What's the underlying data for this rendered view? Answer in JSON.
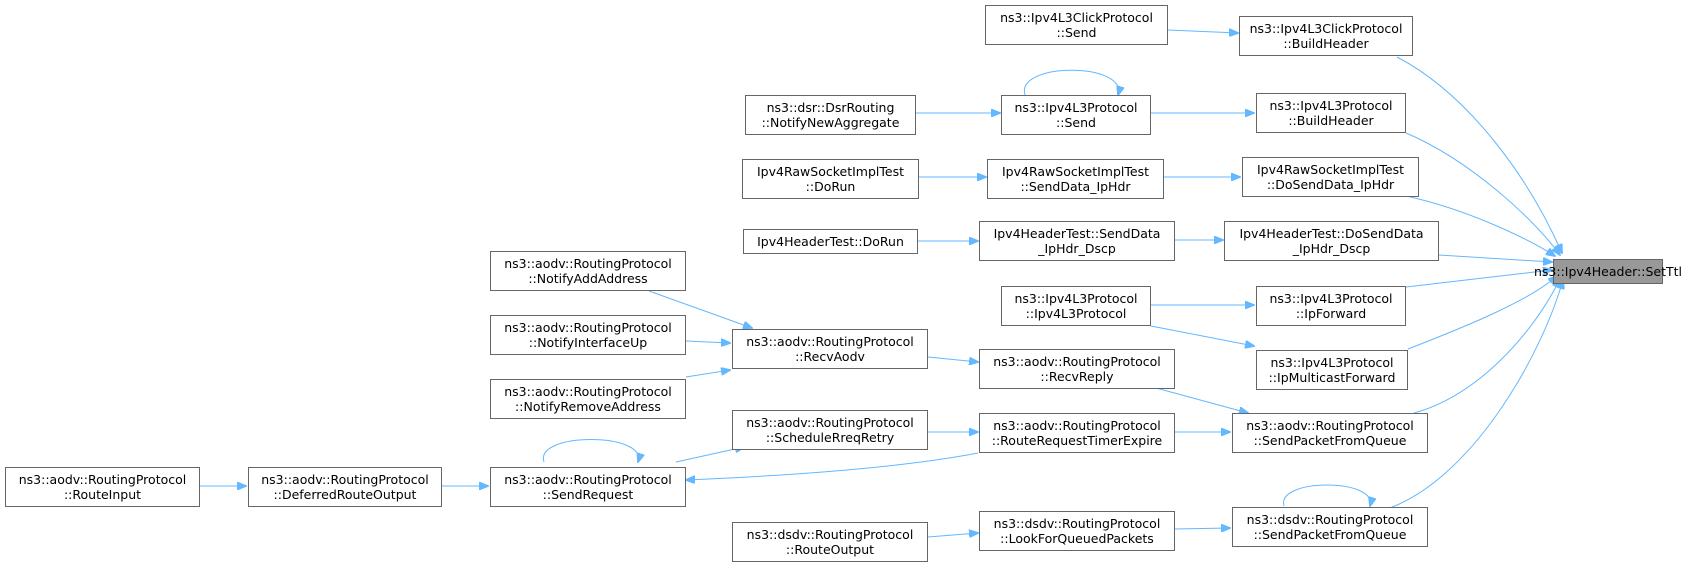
{
  "colors": {
    "edge": "#63b8ff",
    "node_border": "#666666",
    "focus_fill": "#999999",
    "background": "#ffffff"
  },
  "nodes": {
    "focus": {
      "line1": "ns3::Ipv4Header::SetTtl",
      "line2": ""
    },
    "click_build": {
      "line1": "ns3::Ipv4L3ClickProtocol",
      "line2": "::BuildHeader"
    },
    "click_send": {
      "line1": "ns3::Ipv4L3ClickProtocol",
      "line2": "::Send"
    },
    "l3_send": {
      "line1": "ns3::Ipv4L3Protocol",
      "line2": "::Send"
    },
    "dsr_notify": {
      "line1": "ns3::dsr::DsrRouting",
      "line2": "::NotifyNewAggregate"
    },
    "l3_build": {
      "line1": "ns3::Ipv4L3Protocol",
      "line2": "::BuildHeader"
    },
    "raw_dorun": {
      "line1": "Ipv4RawSocketImplTest",
      "line2": "::DoRun"
    },
    "raw_senddata": {
      "line1": "Ipv4RawSocketImplTest",
      "line2": "::SendData_IpHdr"
    },
    "raw_dosend": {
      "line1": "Ipv4RawSocketImplTest",
      "line2": "::DoSendData_IpHdr"
    },
    "hdr_dorun": {
      "line1": "Ipv4HeaderTest::DoRun",
      "line2": ""
    },
    "hdr_senddata": {
      "line1": "Ipv4HeaderTest::SendData",
      "line2": "_IpHdr_Dscp"
    },
    "hdr_dosend": {
      "line1": "Ipv4HeaderTest::DoSendData",
      "line2": "_IpHdr_Dscp"
    },
    "l3_ctor": {
      "line1": "ns3::Ipv4L3Protocol",
      "line2": "::Ipv4L3Protocol"
    },
    "l3_ipforward": {
      "line1": "ns3::Ipv4L3Protocol",
      "line2": "::IpForward"
    },
    "l3_mcast": {
      "line1": "ns3::Ipv4L3Protocol",
      "line2": "::IpMulticastForward"
    },
    "aodv_addaddr": {
      "line1": "ns3::aodv::RoutingProtocol",
      "line2": "::NotifyAddAddress"
    },
    "aodv_ifup": {
      "line1": "ns3::aodv::RoutingProtocol",
      "line2": "::NotifyInterfaceUp"
    },
    "aodv_removeaddr": {
      "line1": "ns3::aodv::RoutingProtocol",
      "line2": "::NotifyRemoveAddress"
    },
    "aodv_recvaodv": {
      "line1": "ns3::aodv::RoutingProtocol",
      "line2": "::RecvAodv"
    },
    "aodv_recvreply": {
      "line1": "ns3::aodv::RoutingProtocol",
      "line2": "::RecvReply"
    },
    "aodv_schedule": {
      "line1": "ns3::aodv::RoutingProtocol",
      "line2": "::ScheduleRreqRetry"
    },
    "aodv_rrte": {
      "line1": "ns3::aodv::RoutingProtocol",
      "line2": "::RouteRequestTimerExpire"
    },
    "aodv_sendpacket": {
      "line1": "ns3::aodv::RoutingProtocol",
      "line2": "::SendPacketFromQueue"
    },
    "aodv_routeinput": {
      "line1": "ns3::aodv::RoutingProtocol",
      "line2": "::RouteInput"
    },
    "aodv_deferred": {
      "line1": "ns3::aodv::RoutingProtocol",
      "line2": "::DeferredRouteOutput"
    },
    "aodv_sendrequest": {
      "line1": "ns3::aodv::RoutingProtocol",
      "line2": "::SendRequest"
    },
    "dsdv_routeoutput": {
      "line1": "ns3::dsdv::RoutingProtocol",
      "line2": "::RouteOutput"
    },
    "dsdv_lookfor": {
      "line1": "ns3::dsdv::RoutingProtocol",
      "line2": "::LookForQueuedPackets"
    },
    "dsdv_sendpacket": {
      "line1": "ns3::dsdv::RoutingProtocol",
      "line2": "::SendPacketFromQueue"
    }
  }
}
